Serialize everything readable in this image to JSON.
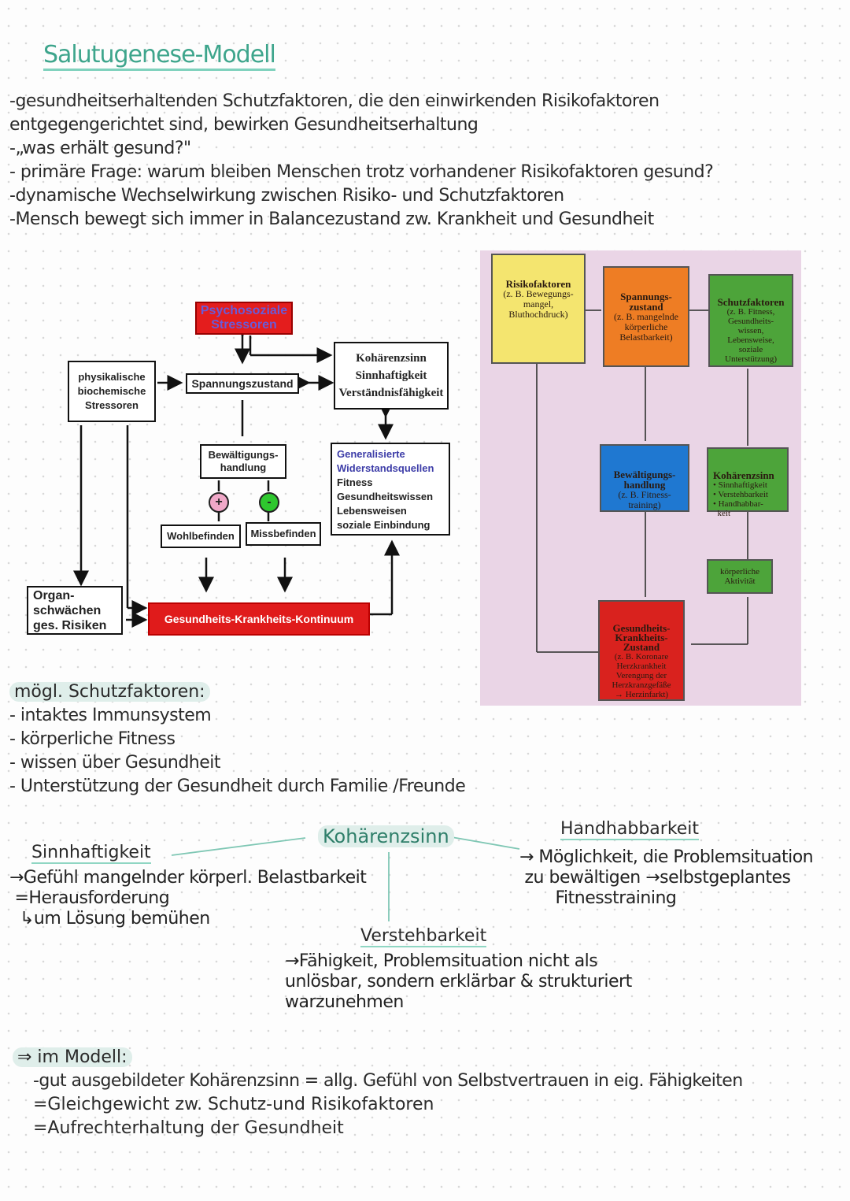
{
  "title": "Salutugenese-Modell",
  "intro_lines": [
    "-gesundheitserhaltenden Schutzfaktoren, die den einwirkenden Risikofaktoren",
    " entgegengerichtet sind, bewirken Gesundheitserhaltung",
    "-„was erhält gesund?\"",
    "- primäre Frage: warum bleiben Menschen trotz vorhandener Risikofaktoren gesund?",
    "-dynamische Wechselwirkung zwischen Risiko- und Schutzfaktoren",
    "-Mensch bewegt sich immer in Balancezustand zw. Krankheit und Gesundheit"
  ],
  "diagram1": {
    "psychosoziale": "Psychosoziale Stressoren",
    "physikalische": "physikalische\nbiochemische\nStressoren",
    "spannungszustand": "Spannungszustand",
    "koharenz": "Kohärenzsinn\nSinnhaftigkeit\nVerständnisfähigkeit",
    "bewaltigung": "Bewältigungs-\nhandlung",
    "generalisiert_title": "Generalisierte\nWiderstandsquellen",
    "generalisiert_items": "Fitness\nGesundheitswissen\nLebensweisen\nsoziale Einbindung",
    "plus": "+",
    "minus": "-",
    "wohlbefinden": "Wohlbefinden",
    "missbefinden": "Missbefinden",
    "organ": "Organ-\nschwächen\nges. Risiken",
    "kontinuum": "Gesundheits-Krankheits-Kontinuum"
  },
  "diagram2": {
    "risiko_title": "Risikofaktoren",
    "risiko_text": "(z. B. Bewegungs-\nmangel,\nBluthochdruck)",
    "spannung_title": "Spannungs-\nzustand",
    "spannung_text": "(z. B. mangelnde\nkörperliche\nBelastbarkeit)",
    "schutz_title": "Schutzfaktoren",
    "schutz_text": "(z. B. Fitness,\nGesundheits-\nwissen,\nLebensweise,\nsoziale\nUnterstützung)",
    "bewaltigung_title": "Bewältigungs-\nhandlung",
    "bewaltigung_text": "(z. B. Fitness-\ntraining)",
    "koharenz_title": "Kohärenzsinn",
    "koharenz_text": "• Sinnhaftigkeit\n• Verstehbarkeit\n• Handhabbar-\n  keit",
    "aktivitat": "körperliche\nAktivität",
    "gk_title": "Gesundheits-\nKrankheits-\nZustand",
    "gk_text": "(z. B. Koronare\nHerzkrankheit\nVerengung der\nHerzkranzgefäße\n→ Herzinfarkt)"
  },
  "schutz_header": "mögl. Schutzfaktoren:",
  "schutz_lines": [
    "- intaktes Immunsystem",
    "- körperliche Fitness",
    "- wissen über Gesundheit",
    "- Unterstützung der Gesundheit durch Familie /Freunde"
  ],
  "mindmap": {
    "center": "Kohärenzsinn",
    "sinn_title": "Sinnhaftigkeit",
    "sinn_text": "→Gefühl mangelnder körperl. Belastbarkeit\n =Herausforderung\n  ↳um Lösung bemühen",
    "hand_title": "Handhabbarkeit",
    "hand_text": "→ Möglichkeit, die Problemsituation\n zu bewältigen →selbstgeplantes\n       Fitnesstraining",
    "verst_title": "Verstehbarkeit",
    "verst_text": "→Fähigkeit, Problemsituation nicht als\nunlösbar, sondern erklärbar & strukturiert\nwarzunehmen"
  },
  "model_header": "⇒ im Modell:",
  "model_lines": [
    "-gut ausgebildeter Kohärenzsinn = allg. Gefühl von Selbstvertrauen in eig. Fähigkeiten",
    "=Gleichgewicht zw. Schutz-und Risikofaktoren",
    "=Aufrechterhaltung der Gesundheit"
  ]
}
